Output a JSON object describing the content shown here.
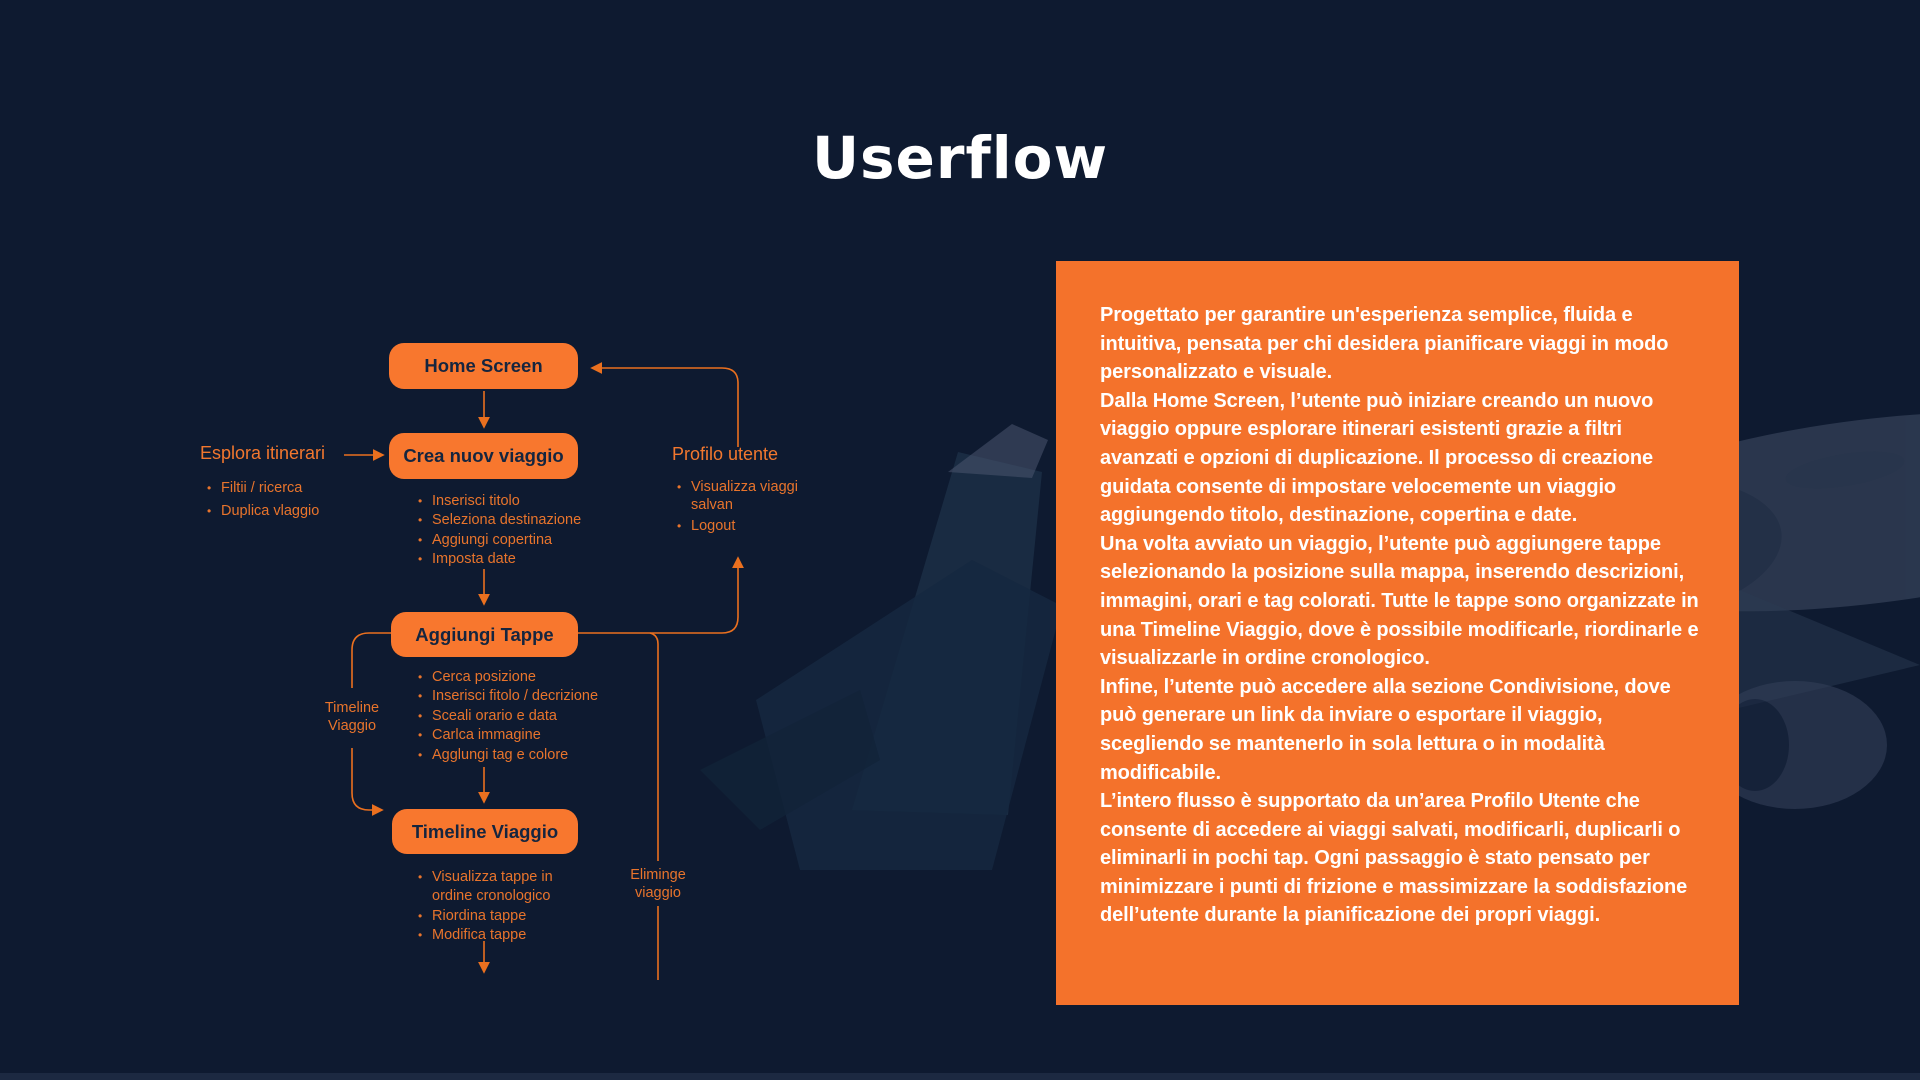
{
  "title": "Userflow",
  "flowchart": {
    "nodes": {
      "home": {
        "label": "Home Screen"
      },
      "crea": {
        "label": "Crea nuov viaggio",
        "bullets": [
          "Inserisci titolo",
          "Seleziona destinazione",
          "Aggiungi copertina",
          "Imposta date"
        ]
      },
      "aggiungi": {
        "label": "Aggiungi Tappe",
        "bullets": [
          "Cerca posizione",
          "Inserisci fitolo / decrizione",
          "Sceali orario e data",
          "Carlca immagine",
          "Agglungi tag e colore"
        ]
      },
      "timeline": {
        "label": "Timeline Viaggio",
        "bullets": [
          "Visualizza tappe in ordine cronologico",
          "Riordina tappe",
          "Modifica tappe"
        ]
      }
    },
    "side_labels": {
      "esplora": {
        "label": "Esplora itinerari",
        "bullets": [
          "Filtii / ricerca",
          "Duplica vlaggio"
        ]
      },
      "profilo": {
        "label": "Profilo utente",
        "bullets": [
          "Visualizza viaggi salvan",
          "Logout"
        ]
      },
      "timeline_loop": "Timeline Viaggio",
      "elimina": "Eliminge viaggio"
    }
  },
  "panel": {
    "paragraphs": [
      "Progettato per garantire un'esperienza semplice, fluida e intuitiva, pensata per chi desidera pianificare viaggi in modo personalizzato e visuale.",
      "Dalla Home Screen, l’utente può iniziare creando un nuovo viaggio oppure esplorare itinerari esistenti grazie a filtri avanzati e opzioni di duplicazione. Il processo di creazione guidata consente di impostare velocemente un viaggio aggiungendo titolo, destinazione, copertina e date.",
      "Una volta avviato un viaggio, l’utente può aggiungere tappe selezionando la posizione sulla mappa, inserendo descrizioni, immagini, orari e tag colorati. Tutte le tappe sono organizzate in una Timeline Viaggio, dove è possibile modificarle, riordinarle e visualizzarle in ordine cronologico.",
      "Infine, l’utente può accedere alla sezione Condivisione, dove può generare un link da inviare o esportare il viaggio, scegliendo se mantenerlo in sola lettura o in modalità modificabile.",
      "L’intero flusso è supportato da un’area Profilo Utente che consente di accedere ai viaggi salvati, modificarli, duplicarli o eliminarli in pochi tap. Ogni passaggio è stato pensato per minimizzare i punti di frizione e massimizzare la soddisfazione dell’utente durante la pianificazione dei propri viaggi."
    ]
  },
  "colors": {
    "background": "#0E1A30",
    "panel_orange": "#F4722B",
    "node_orange": "#F8772E",
    "line_orange": "#EA701F",
    "node_text": "#15253F",
    "bullet_text": "#E8742C"
  }
}
